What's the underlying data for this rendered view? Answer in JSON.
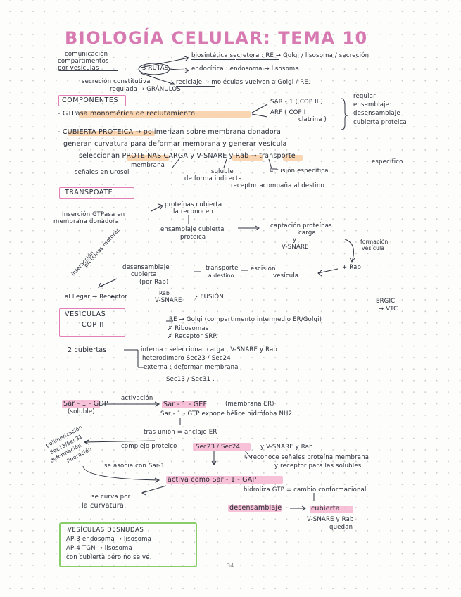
{
  "title": "BIOLOGÍA CELULAR: TEMA 10",
  "intro": {
    "left1": "comunicación",
    "left2": "compartimentos",
    "left3": "por vesículas",
    "routes": "3 RUTAS",
    "route1": "biosintética secretora : RE → Golgi / lisosoma / secreción",
    "route2": "endocítica : endosoma → lisosoma",
    "route3": "reciclaje → moléculas vuelven a Golgi / RE.",
    "secretion1": "secreción constitutiva",
    "secretion2": "regulada → GRÁNULOS"
  },
  "componentes": {
    "header": "COMPONENTES",
    "gtpasa": "- GTPasa monomérica de reclutamiento",
    "sar1": "SAR - 1 ( COP II )",
    "arf": "ARF ( COP I",
    "arf2": "clatrina )",
    "reg1": "regular",
    "reg2": "ensamblaje",
    "reg3": "desensamblaje",
    "reg4": "cubierta proteica",
    "cubierta": "- CUBIERTA PROTEICA → polimerizan sobre membrana donadora.",
    "generan": "generan curvatura para deformar membrana y generar vesícula",
    "selec": "seleccionan PROTEÍNAS CARGA y V-SNARE y Rab → transporte",
    "especifico": "específico",
    "memb1": "membrana",
    "memb2": "señales en urosol",
    "soluble1": "soluble",
    "soluble2": "de forma indirecta",
    "soluble3": "receptor acompaña al destino",
    "fusion": "↳ fusión específica."
  },
  "transporte": {
    "header": "TRANSPOATE",
    "insercion1": "Inserción GTPasa en",
    "insercion2": "membrana donadora",
    "proteinas1": "proteínas cubierta",
    "proteinas2": "la reconocen",
    "ensamblaje1": "ensamblaje cubierta",
    "ensamblaje2": "proteica",
    "captacion1": "captación proteínas",
    "captacion2": "carga",
    "captacion3": "y",
    "captacion4": "V-SNARE",
    "formacion1": "formación",
    "formacion2": "vesícula",
    "rab": "+ Rab",
    "escision1": "escisión",
    "escision2": "vesícula",
    "transp1": "transporte",
    "transp2": "a destino",
    "desens1": "desensamblaje",
    "desens2": "cubierta",
    "desens3": "(por Rab)",
    "interaccion1": "interacción",
    "interaccion2": "proteínas motoras",
    "llegar": "al llegar → Receptor",
    "rab2": "Rab",
    "vsnare": "V-SNARE",
    "fusion": "} FUSIÓN"
  },
  "copii": {
    "header1": "VESÍCULAS",
    "header2": "COP II",
    "ergic1": "ERGIC",
    "ergic2": "→ VTC",
    "re": "RE → Golgi (compartimento intermedio ER/Golgi)",
    "ribosomas": "✗ Ribosomas",
    "receptor": "✗ Receptor SRP.",
    "cubiertas": "2 cubiertas",
    "interna": "interna : seleccionar carga , V-SNARE y Rab",
    "hetero": "heterodímero Sec23 / Sec24",
    "externa": "externa : deformar membrana",
    "sec13": "Sec13 / Sec31 ."
  },
  "sar": {
    "gdp1": "Sar - 1 - GDP",
    "gdp2": "(soluble)",
    "activacion": "activación",
    "gef": "Sar - 1 - GEF",
    "gef2": "(membrana ER)",
    "gtp": "Sar - 1 - GTP expone hélice hidrófoba NH2",
    "union": "tras unión = anclaje ER",
    "complejo": "complejo proteico",
    "sec2324": "Sec23 / Sec24",
    "complejo2": "y V-SNARE y Rab",
    "reconoce1": "↳ reconoce señales proteína membrana",
    "reconoce2": "y receptor para las solubles",
    "asocia": "se asocia con Sar-1",
    "polim1": "polimerización",
    "polim2": "Sec13/Sec31",
    "polim3": "deformación",
    "polim4": "liberación",
    "gap": "activa como Sar - 1 - GAP",
    "hidroliza": "hidroliza GTP = cambio conformacional",
    "curva1": "se curva por",
    "curva2": "la curvatura",
    "desens": "desensamblaje",
    "cubierta": "cubierta",
    "quedan1": "V-SNARE y Rab",
    "quedan2": "quedan"
  },
  "desnudas": {
    "header": "VESÍCULAS DESNUDAS",
    "ap3": "AP-3 endosoma → lisosoma",
    "ap4": "AP-4 TGN → lisosoma",
    "cubierta": "con cubierta pero no se ve."
  },
  "page_number": "34"
}
